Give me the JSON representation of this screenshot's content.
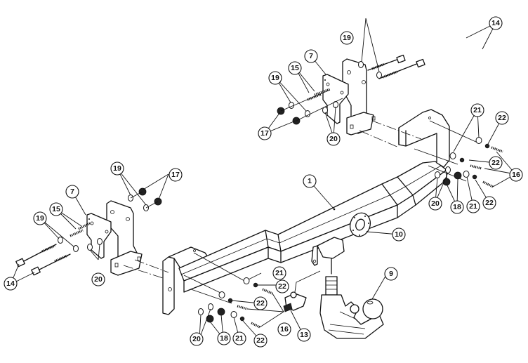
{
  "diagram": {
    "title": "Tow bar exploded assembly",
    "parts": [
      {
        "id": "1",
        "name": "crossbar"
      },
      {
        "id": "7",
        "name": "side-bracket"
      },
      {
        "id": "9",
        "name": "tow-ball"
      },
      {
        "id": "10",
        "name": "socket-plate"
      },
      {
        "id": "13",
        "name": "socket-clip"
      },
      {
        "id": "14",
        "name": "long-bolt"
      },
      {
        "id": "15",
        "name": "bolt"
      },
      {
        "id": "16",
        "name": "bolt"
      },
      {
        "id": "17",
        "name": "nut"
      },
      {
        "id": "18",
        "name": "nut"
      },
      {
        "id": "19",
        "name": "washer"
      },
      {
        "id": "20",
        "name": "washer"
      },
      {
        "id": "21",
        "name": "washer"
      },
      {
        "id": "22",
        "name": "spring-washer"
      }
    ],
    "callouts": {
      "c1": "1",
      "c7_right": "7",
      "c7_left": "7",
      "c9": "9",
      "c10": "10",
      "c13": "13",
      "c14_right": "14",
      "c14_left": "14",
      "c15_right": "15",
      "c15_left": "15",
      "c16_right": "16",
      "c16_left": "16",
      "c17_right": "17",
      "c17_left": "17",
      "c18_right": "18",
      "c18_left": "18",
      "c19_right_top": "19",
      "c19_right": "19",
      "c19_left_top": "19",
      "c19_left": "19",
      "c20_right_bracket": "20",
      "c20_right_bar": "20",
      "c20_left_bracket": "20",
      "c20_left_bar": "20",
      "c21_right_top": "21",
      "c21_right_bottom": "21",
      "c21_left_top": "21",
      "c21_left_bottom": "21",
      "c22_right_top": "22",
      "c22_right_mid": "22",
      "c22_right_bottom": "22",
      "c22_left_top": "22",
      "c22_left_mid": "22",
      "c22_left_bottom": "22"
    }
  }
}
